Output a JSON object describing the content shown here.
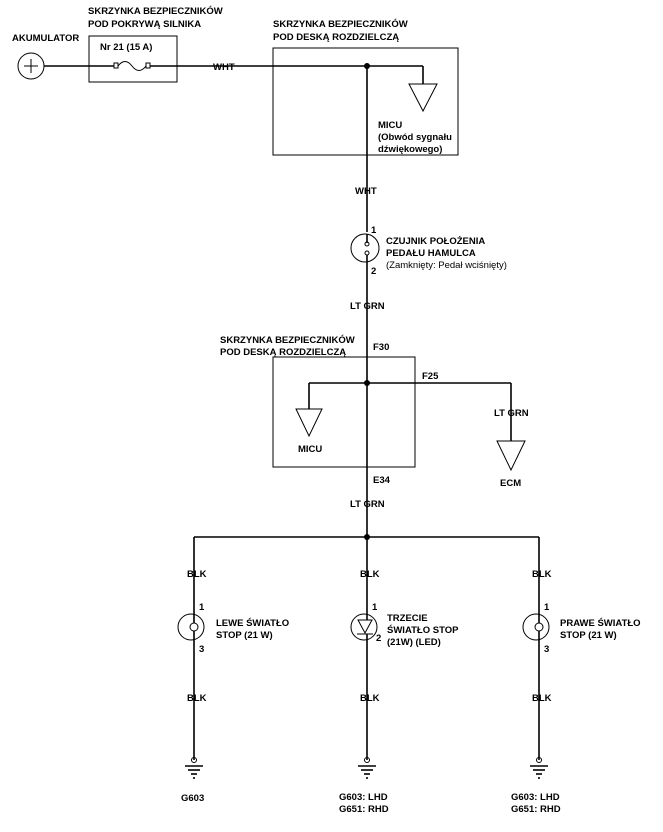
{
  "battery": {
    "label": "AKUMULATOR",
    "symbol": "+"
  },
  "underhood_box": {
    "title_line1": "SKRZYNKA BEZPIECZNIKÓW",
    "title_line2": "POD POKRYWĄ SILNIKA",
    "fuse_label": "Nr 21 (15 A)"
  },
  "dash_box_top": {
    "title_line1": "SKRZYNKA BEZPIECZNIKÓW",
    "title_line2": "POD DESKĄ ROZDZIELCZĄ",
    "micu_line1": "MICU",
    "micu_line2": "(Obwód sygnału",
    "micu_line3": "dźwiękowego)"
  },
  "wires": {
    "wht_horizontal": "WHT",
    "wht_vertical": "WHT",
    "lt_grn_1": "LT GRN",
    "lt_grn_2": "LT GRN",
    "lt_grn_ecm": "LT GRN",
    "blk_left_top": "BLK",
    "blk_mid_top": "BLK",
    "blk_right_top": "BLK",
    "blk_left_bottom": "BLK",
    "blk_mid_bottom": "BLK",
    "blk_right_bottom": "BLK"
  },
  "brake_switch": {
    "pin_top": "1",
    "pin_bottom": "2",
    "line1": "CZUJNIK POŁOŻENIA",
    "line2": "PEDAŁU HAMULCA",
    "line3": "(Zamknięty: Pedał wciśnięty)"
  },
  "dash_box_bottom": {
    "title_line1": "SKRZYNKA BEZPIECZNIKÓW",
    "title_line2": "POD DESKĄ ROZDZIELCZĄ",
    "pin_f30": "F30",
    "pin_f25": "F25",
    "pin_e34": "E34",
    "micu": "MICU"
  },
  "ecm": {
    "label": "ECM"
  },
  "lamps": {
    "left": {
      "pin_top": "1",
      "pin_bottom": "3",
      "line1": "LEWE ŚWIATŁO",
      "line2": "STOP (21 W)"
    },
    "middle": {
      "pin_top": "1",
      "pin_bottom": "2",
      "line1": "TRZECIE",
      "line2": "ŚWIATŁO STOP",
      "line3": "(21W) (LED)"
    },
    "right": {
      "pin_top": "1",
      "pin_bottom": "3",
      "line1": "PRAWE ŚWIATŁO",
      "line2": "STOP (21 W)"
    }
  },
  "grounds": {
    "left_line1": "G603",
    "middle_line1": "G603: LHD",
    "middle_line2": "G651: RHD",
    "right_line1": "G603: LHD",
    "right_line2": "G651: RHD"
  }
}
